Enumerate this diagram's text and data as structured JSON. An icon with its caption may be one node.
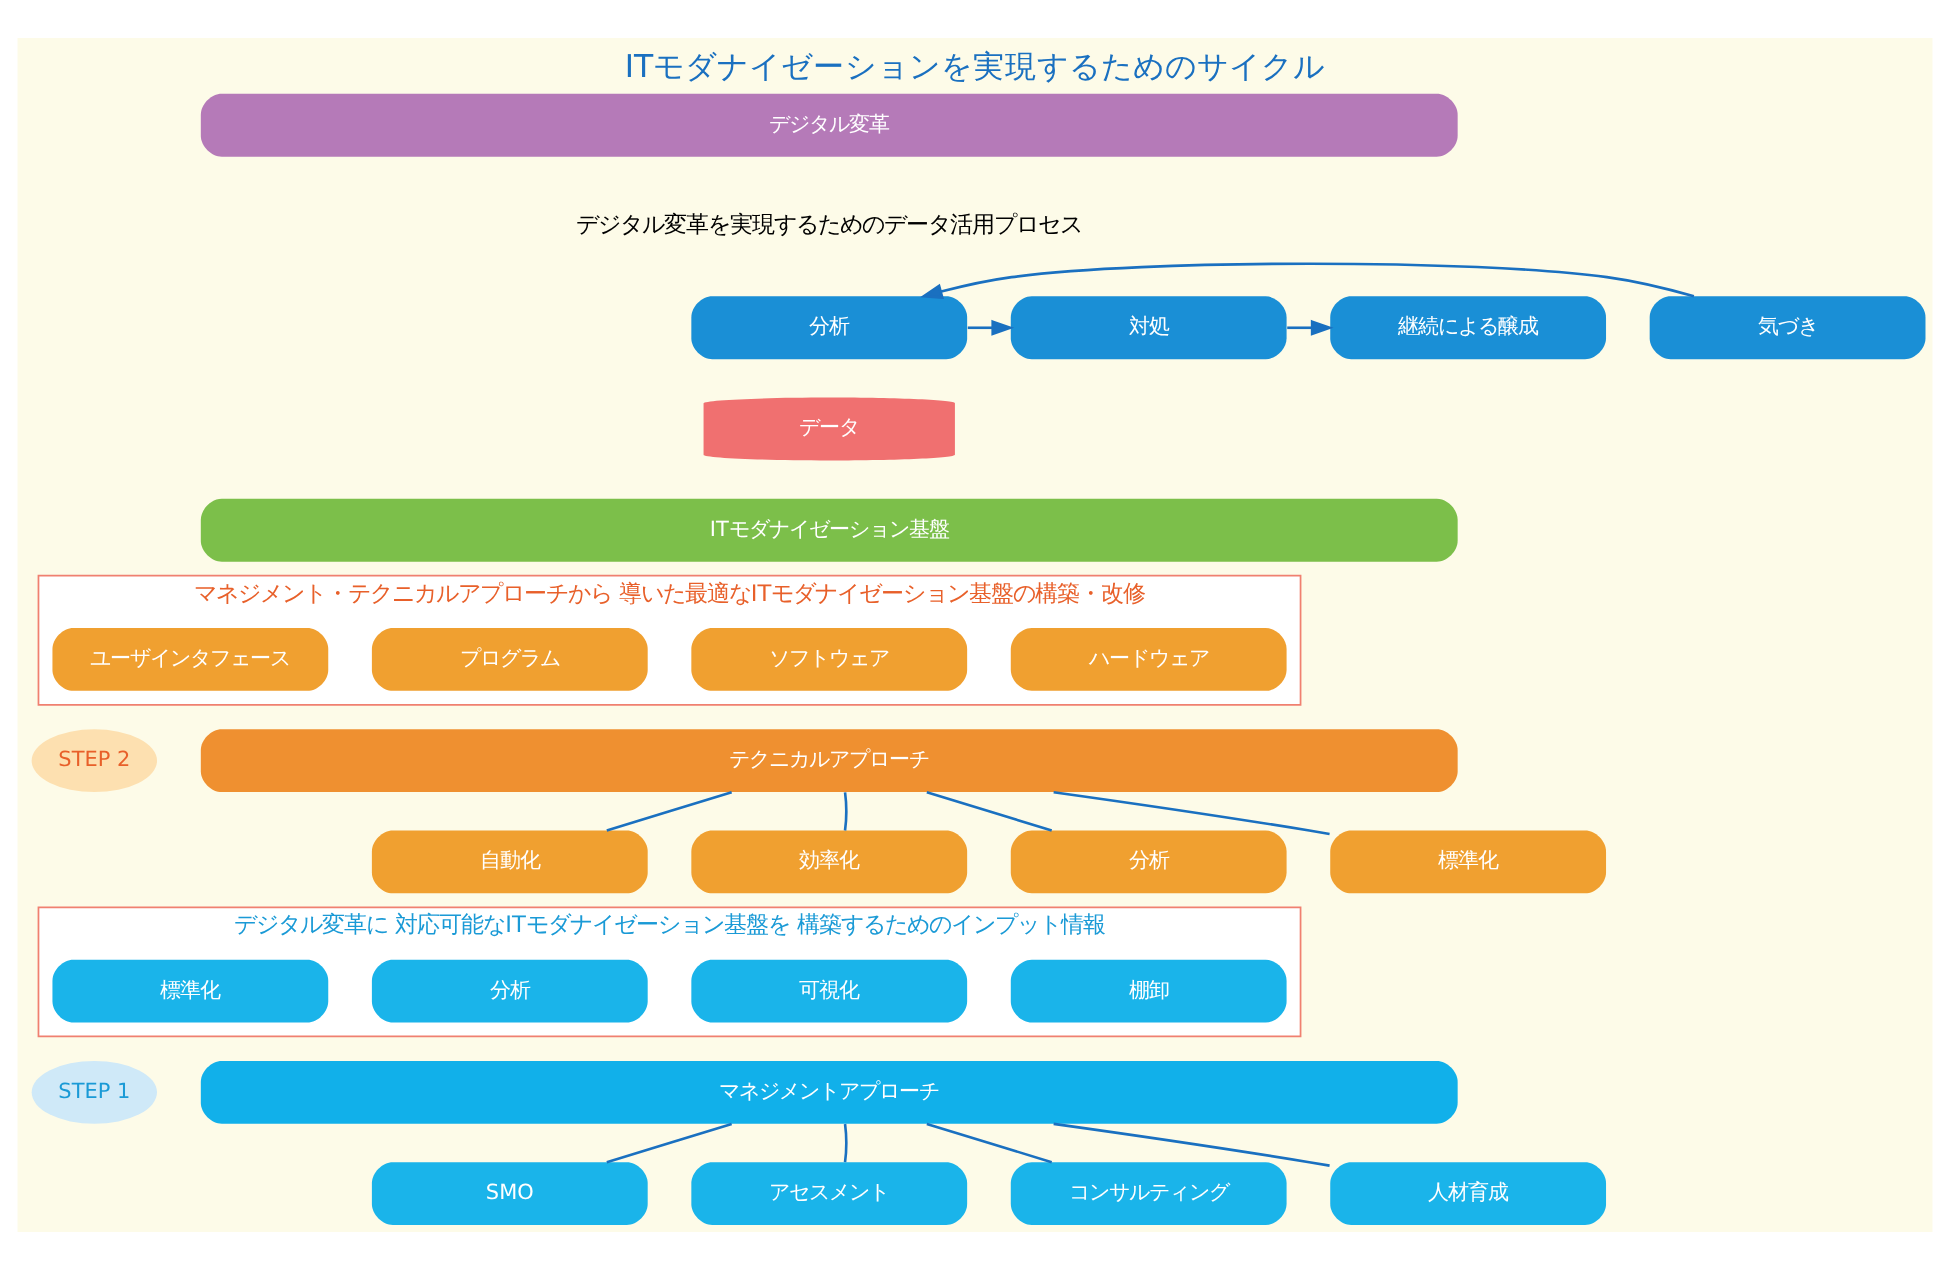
{
  "diagram": {
    "title": "ITモダナイゼーションを実現するためのサイクル",
    "nodes": [
      {
        "text": [
          "デジタル変革"
        ]
      },
      {
        "text": [
          "気づき"
        ]
      },
      {
        "text": [
          "分析"
        ]
      },
      {
        "text": [
          "対処"
        ]
      },
      {
        "text": [
          "継続による醸成"
        ]
      },
      {
        "text": [
          "データ"
        ]
      },
      {
        "text": [
          "ITモダナイゼーション基盤"
        ]
      },
      {
        "text": [
          "STEP 2"
        ]
      },
      {
        "text": [
          "マネジメント・テクニカルアプローチから 導いた最適なITモダナイゼーション基盤の構築・改修"
        ]
      },
      {
        "text": [
          "ハードウェア"
        ],
        "in": 8
      },
      {
        "text": [
          "ソフトウェア"
        ],
        "in": 8
      },
      {
        "text": [
          "プログラム"
        ],
        "in": 8
      },
      {
        "text": [
          "ユーザインタフェース"
        ],
        "in": 8
      },
      {
        "text": [
          "テクニカルアプローチ"
        ]
      },
      {
        "text": [
          "自動化"
        ]
      },
      {
        "text": [
          "効率化"
        ]
      },
      {
        "text": [
          "分析"
        ]
      },
      {
        "text": [
          "標準化"
        ]
      },
      {
        "text": [
          "STEP 1"
        ]
      },
      {
        "text": [
          "デジタル変革に 対応可能なITモダナイゼーション基盤を 構築するためのインプット情報"
        ]
      },
      {
        "text": [
          "棚卸"
        ],
        "in": 19
      },
      {
        "text": [
          "可視化"
        ],
        "in": 19
      },
      {
        "text": [
          "分析"
        ],
        "in": 19
      },
      {
        "text": [
          "標準化"
        ],
        "in": 19
      },
      {
        "text": [
          "マネジメントアプローチ"
        ]
      },
      {
        "text": [
          "SMO"
        ]
      },
      {
        "text": [
          "アセスメント"
        ]
      },
      {
        "text": [
          "コンサルティング"
        ]
      },
      {
        "text": [
          "人材育成"
        ]
      }
    ],
    "edges": [
      {
        "from": 1,
        "to": 2,
        "arrow": "to"
      },
      {
        "from": 2,
        "to": 3,
        "arrow": "to"
      },
      {
        "from": 3,
        "to": 4,
        "arrow": "to"
      },
      {
        "from": 13,
        "to": 14,
        "arrow": "none"
      },
      {
        "from": 13,
        "to": 15,
        "arrow": "none"
      },
      {
        "from": 13,
        "to": 16,
        "arrow": "none"
      },
      {
        "from": 13,
        "to": 17,
        "arrow": "none"
      },
      {
        "from": 24,
        "to": 25,
        "arrow": "none"
      },
      {
        "from": 24,
        "to": 26,
        "arrow": "none"
      },
      {
        "from": 24,
        "to": 27,
        "arrow": "none"
      },
      {
        "from": 24,
        "to": 28,
        "arrow": "none"
      }
    ],
    "labels": [
      "デジタル変革を実現するためのデータ活用プロセス"
    ]
  }
}
